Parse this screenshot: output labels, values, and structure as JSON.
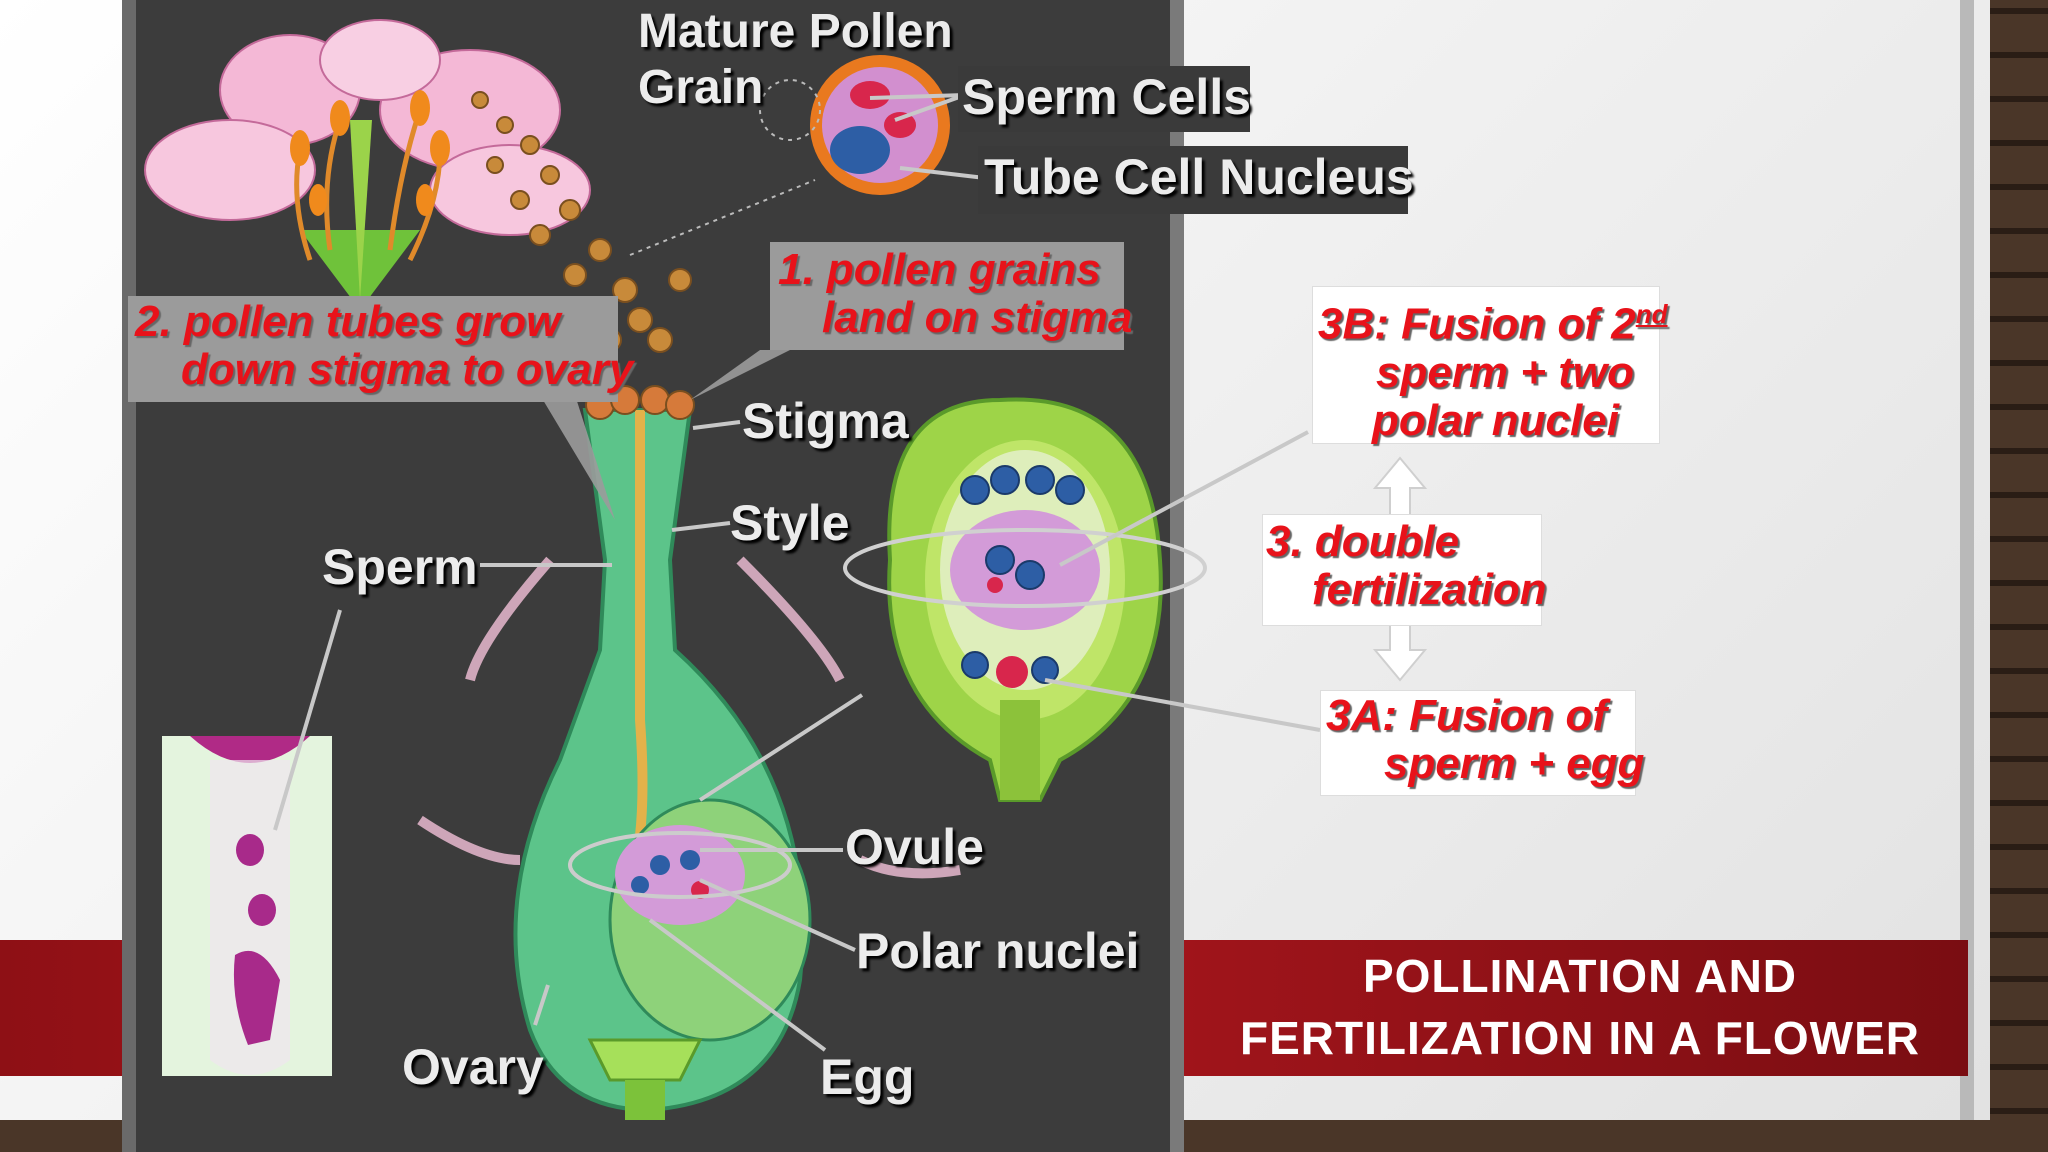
{
  "slide": {
    "title_line1": "POLLINATION AND",
    "title_line2": "FERTILIZATION IN A FLOWER"
  },
  "labels": {
    "mature_pollen_line1": "Mature Pollen",
    "mature_pollen_line2": "Grain",
    "sperm_cells": "Sperm Cells",
    "tube_cell_nucleus": "Tube Cell Nucleus",
    "stigma": "Stigma",
    "style": "Style",
    "sperm": "Sperm",
    "ovule": "Ovule",
    "polar_nuclei": "Polar nuclei",
    "ovary": "Ovary",
    "egg": "Egg"
  },
  "steps": {
    "step1_line1": "1. pollen grains",
    "step1_line2": "land on stigma",
    "step2_line1": "2. pollen tubes grow",
    "step2_line2": "down stigma to ovary",
    "step3_line1": "3. double",
    "step3_line2": "fertilization",
    "step3b_line1": "3B: Fusion of 2",
    "step3b_sup": "nd",
    "step3b_line2": "sperm + two",
    "step3b_line3": "polar nuclei",
    "step3a_line1": "3A: Fusion of",
    "step3a_line2": "sperm + egg"
  },
  "colors": {
    "title_band": "#b3181f",
    "step_text": "#e8121a",
    "panel_bg": "#3c3c3c"
  }
}
